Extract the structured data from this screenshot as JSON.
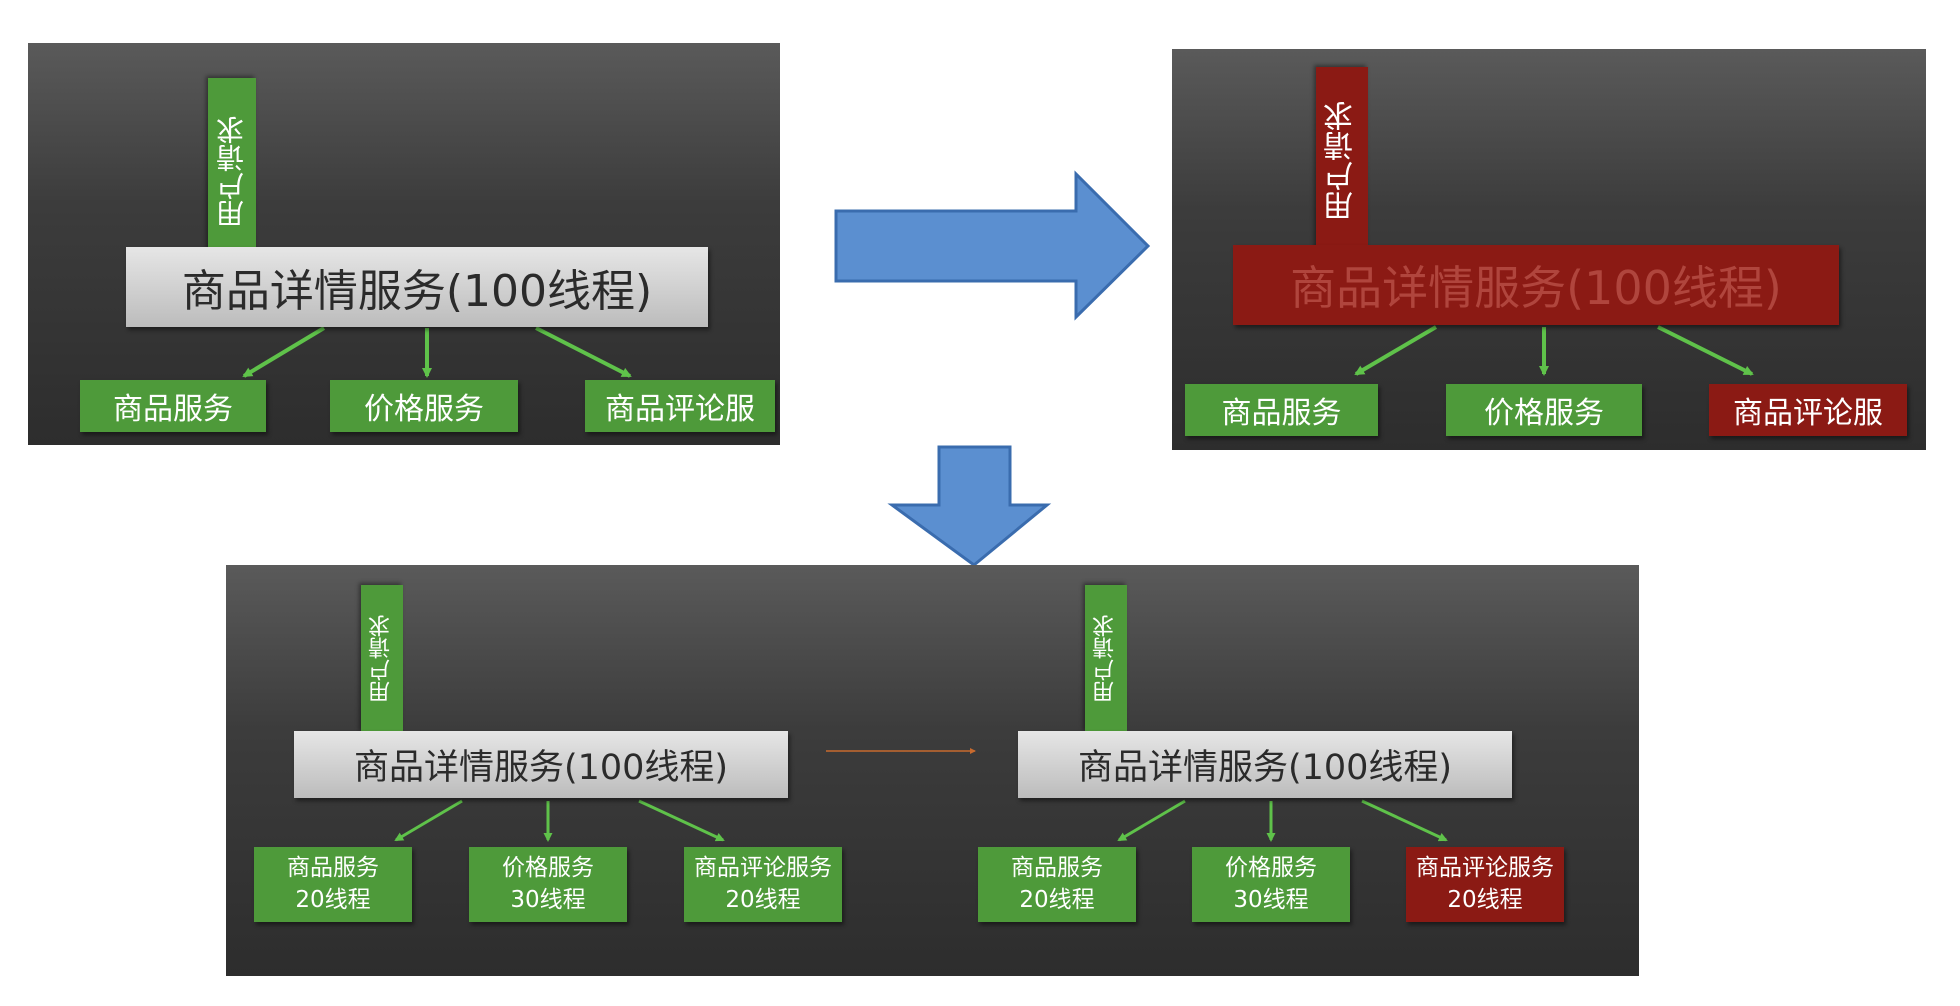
{
  "colors": {
    "green": "#4e9a3a",
    "red": "#8b1a14",
    "arrow_fill": "#5b8fd0",
    "arrow_stroke": "#3a6cae",
    "link_green": "#5fc24a",
    "link_orange": "#c86a2e"
  },
  "panel_a": {
    "request_label": "用户请求",
    "main_label": "商品详情服务(100线程)",
    "subs": [
      "商品服务",
      "价格服务",
      "商品评论服"
    ]
  },
  "panel_b": {
    "request_label": "用户请求",
    "main_label": "商品详情服务(100线程)",
    "subs": [
      "商品服务",
      "价格服务",
      "商品评论服"
    ]
  },
  "panel_c": {
    "left": {
      "request_label": "用户请求",
      "main_label": "商品详情服务(100线程)",
      "subs": [
        {
          "name": "商品服务",
          "threads": "20线程"
        },
        {
          "name": "价格服务",
          "threads": "30线程"
        },
        {
          "name": "商品评论服务",
          "threads": "20线程"
        }
      ]
    },
    "right": {
      "request_label": "用户请求",
      "main_label": "商品详情服务(100线程)",
      "subs": [
        {
          "name": "商品服务",
          "threads": "20线程"
        },
        {
          "name": "价格服务",
          "threads": "30线程"
        },
        {
          "name": "商品评论服务",
          "threads": "20线程"
        }
      ]
    }
  },
  "arrows": {
    "right": "right-arrow-icon",
    "down": "down-arrow-icon"
  }
}
